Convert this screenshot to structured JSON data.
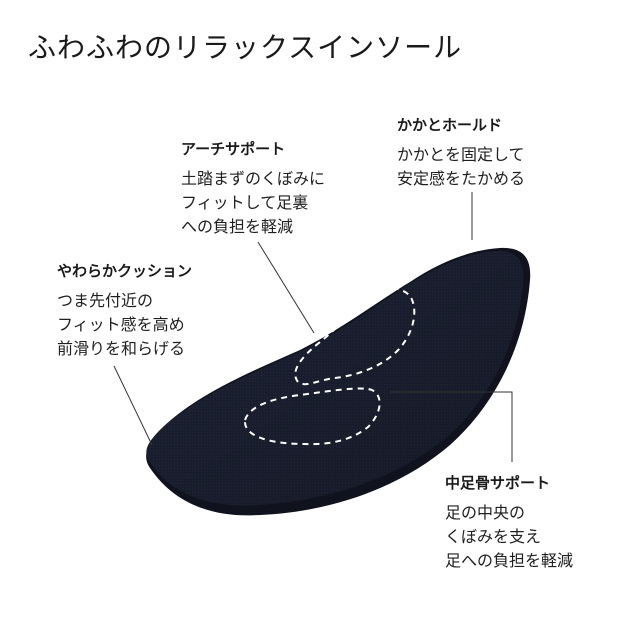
{
  "title": "ふわふわのリラックスインソール",
  "colors": {
    "background": "#ffffff",
    "insole": "#1c2133",
    "stitching": "#ffffff",
    "leader_line": "#333333",
    "text": "#1a1a1a"
  },
  "callouts": {
    "arch": {
      "heading": "アーチサポート",
      "lines": [
        "土踏まずのくぼみに",
        "フィットして足裏",
        "への負担を軽減"
      ]
    },
    "heel": {
      "heading": "かかとホールド",
      "lines": [
        "かかとを固定して",
        "安定感をたかめる"
      ]
    },
    "cushion": {
      "heading": "やわらかクッション",
      "lines": [
        "つま先付近の",
        "フィット感を高め",
        "前滑りを和らげる"
      ]
    },
    "metatarsal": {
      "heading": "中足骨サポート",
      "lines": [
        "足の中央の",
        "くぼみを支え",
        "足への負担を軽減"
      ]
    }
  }
}
